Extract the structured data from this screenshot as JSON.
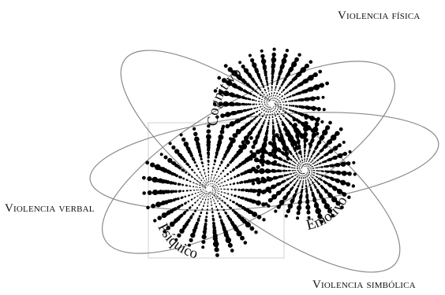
{
  "labels": {
    "violencia_fisica": "Violencia física",
    "violencia_verbal": "Violencia verbal",
    "violencia_simbolica": "Violencia simbólica"
  },
  "spirals": {
    "cognitivo": "Cognitivo",
    "psiquico": "Psíquico",
    "emotivo": "Emotivo"
  },
  "colors": {
    "orbit": "#8a8a8a",
    "dots": "#000000",
    "frame": "#cfcfcf",
    "background": "#ffffff"
  }
}
